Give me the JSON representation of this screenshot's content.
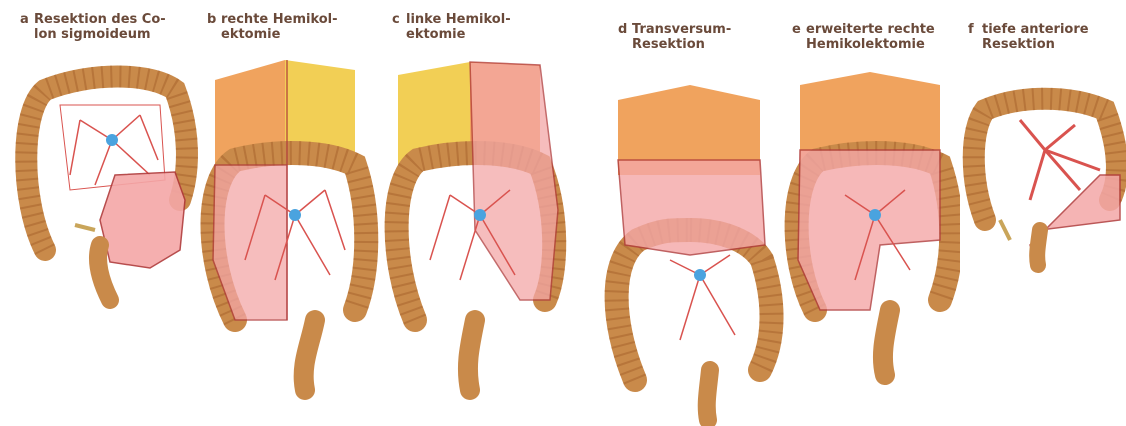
{
  "panels": [
    {
      "letter": "a",
      "line1": "Resektion des Co-",
      "line2": "lon sigmoideum"
    },
    {
      "letter": "b",
      "line1": "rechte Hemikol-",
      "line2": "ektomie"
    },
    {
      "letter": "c",
      "line1": "linke Hemikol-",
      "line2": "ektomie"
    },
    {
      "letter": "d",
      "line1": "Transversum-",
      "line2": "Resektion"
    },
    {
      "letter": "e",
      "line1": "erweiterte rechte",
      "line2": "Hemikolektomie"
    },
    {
      "letter": "f",
      "line1": "tiefe anteriore",
      "line2": "Resektion"
    }
  ],
  "colors": {
    "colon": "#c98a4a",
    "colon_dark": "#a8652e",
    "vessel": "#d9534f",
    "resection_fill": "#f4a7a7",
    "resection_border": "#b03a3a",
    "omentum_orange": "#f0a35e",
    "omentum_yellow": "#f2cf55",
    "artery_dot": "#4aa3df",
    "caption": "#6a4a3a"
  }
}
